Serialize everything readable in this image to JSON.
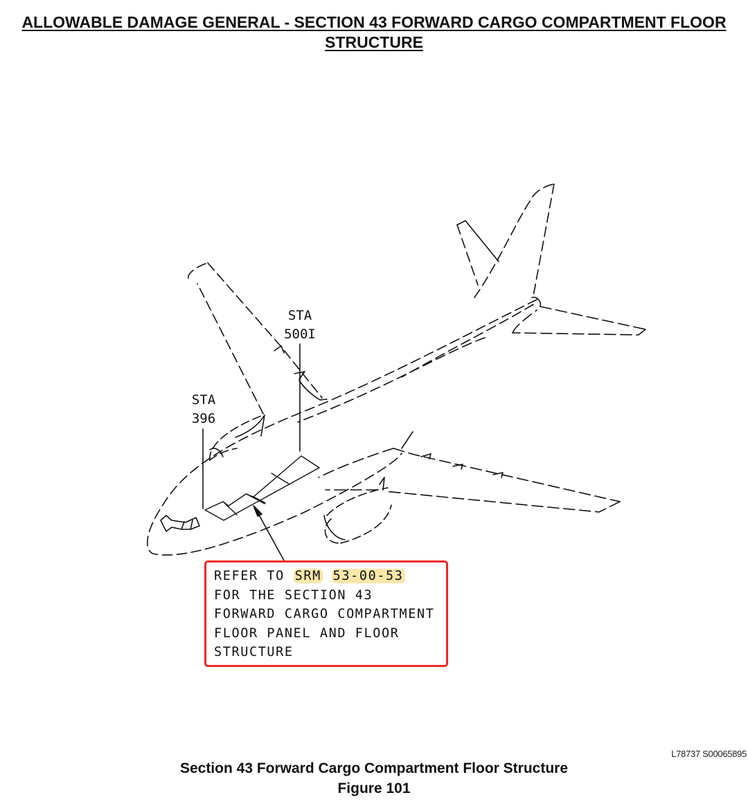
{
  "header": {
    "title_line1": "ALLOWABLE DAMAGE GENERAL - SECTION 43 FORWARD CARGO COMPARTMENT FLOOR",
    "title_line2": "STRUCTURE"
  },
  "figure": {
    "station_labels": [
      {
        "line1": "STA",
        "line2": "396"
      },
      {
        "line1": "STA",
        "line2": "500I"
      }
    ],
    "callout": {
      "prefix": "REFER TO ",
      "highlight_1": "SRM",
      "highlight_2": "53-00-53",
      "lines": [
        "FOR THE SECTION 43",
        "FORWARD CARGO COMPARTMENT",
        "FLOOR PANEL AND FLOOR",
        "STRUCTURE"
      ],
      "border_color": "#ee2a24",
      "highlight_color": "#fbe7a9"
    },
    "reference_id": "L78737 S00065895",
    "caption_line1": "Section 43 Forward Cargo Compartment Floor Structure",
    "caption_line2": "Figure 101"
  }
}
